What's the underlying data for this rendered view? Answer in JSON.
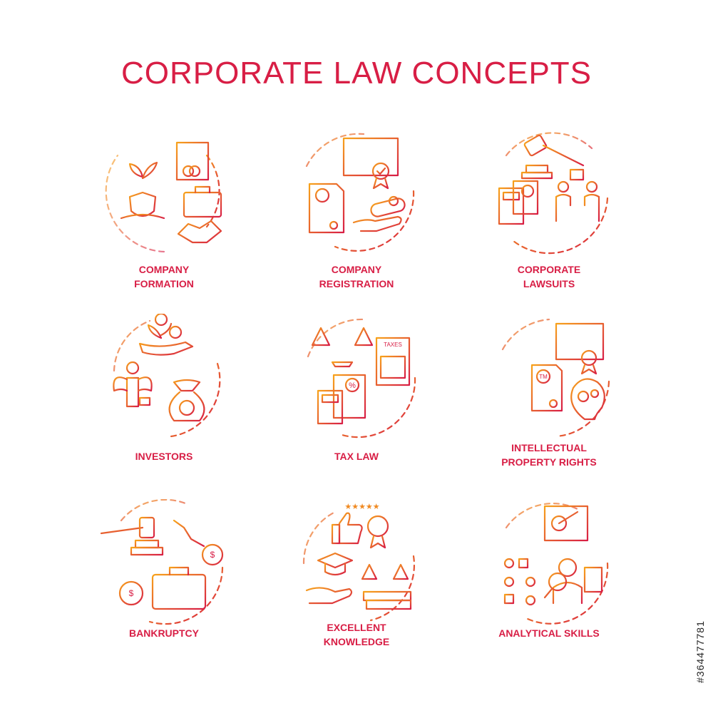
{
  "title": "CORPORATE LAW CONCEPTS",
  "accent_colors": {
    "start": "#f7a21b",
    "end": "#d81e45"
  },
  "concepts": [
    {
      "lines": [
        "COMPANY",
        "FORMATION"
      ],
      "icon": "company-formation-icon"
    },
    {
      "lines": [
        "COMPANY",
        "REGISTRATION"
      ],
      "icon": "company-registration-icon"
    },
    {
      "lines": [
        "CORPORATE",
        "LAWSUITS"
      ],
      "icon": "corporate-lawsuits-icon"
    },
    {
      "lines": [
        "INVESTORS"
      ],
      "icon": "investors-icon"
    },
    {
      "lines": [
        "TAX LAW"
      ],
      "icon": "tax-law-icon"
    },
    {
      "lines": [
        "INTELLECTUAL",
        "PROPERTY RIGHTS"
      ],
      "icon": "intellectual-property-icon"
    },
    {
      "lines": [
        "BANKRUPTCY"
      ],
      "icon": "bankruptcy-icon"
    },
    {
      "lines": [
        "EXCELLENT",
        "KNOWLEDGE"
      ],
      "icon": "excellent-knowledge-icon"
    },
    {
      "lines": [
        "ANALYTICAL SKILLS"
      ],
      "icon": "analytical-skills-icon"
    }
  ],
  "icon_texts": {
    "trademark": "TM",
    "taxes": "TAXES",
    "percent": "%",
    "dollar": "$",
    "stars": "★★★★★"
  },
  "watermark": "#364477781"
}
